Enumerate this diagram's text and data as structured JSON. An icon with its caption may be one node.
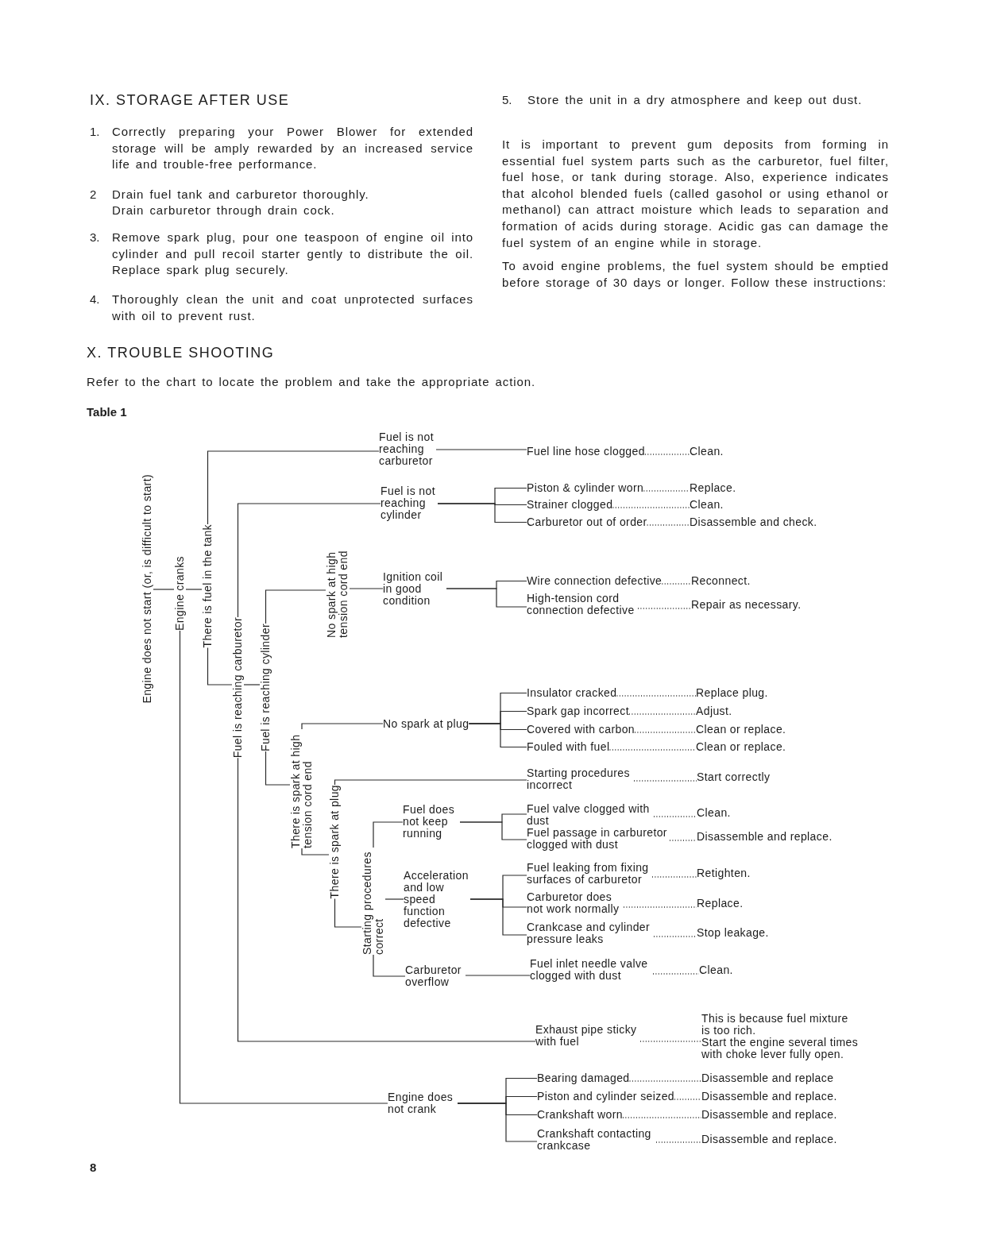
{
  "diagram": {
    "nodes": [
      {
        "text": [
          "Engine does not start (or, is difficult to start)"
        ]
      },
      {
        "text": [
          "Engine cranks"
        ]
      },
      {
        "text": [
          "There is fuel in the tank"
        ]
      },
      {
        "text": [
          "Fuel is reaching carburetor"
        ]
      },
      {
        "text": [
          "Fuel is reaching cylinder"
        ]
      },
      {
        "text": [
          "No spark at high tension cord end"
        ]
      },
      {
        "text": [
          "There is spark at high tension cord end"
        ]
      },
      {
        "text": [
          "There is spark at plug"
        ]
      },
      {
        "text": [
          "Starting procedures correct"
        ]
      },
      {
        "text": [
          "Fuel is not reaching carburetor"
        ]
      },
      {
        "text": [
          "Fuel line hose clogged"
        ]
      },
      {
        "text": [
          "Clean."
        ]
      },
      {
        "text": [
          "Fuel is not reaching cylinder"
        ]
      },
      {
        "text": [
          "Piston & cylinder worn"
        ]
      },
      {
        "text": [
          "Replace."
        ]
      },
      {
        "text": [
          "Strainer clogged"
        ]
      },
      {
        "text": [
          "Clean."
        ]
      },
      {
        "text": [
          "Carburetor out of order"
        ]
      },
      {
        "text": [
          "Disassemble and check."
        ]
      },
      {
        "text": [
          "Ignition coil in good condition"
        ]
      },
      {
        "text": [
          "Wire connection defective"
        ]
      },
      {
        "text": [
          "Reconnect."
        ]
      },
      {
        "text": [
          "High-tension cord connection defective"
        ]
      },
      {
        "text": [
          "Repair as necessary."
        ]
      },
      {
        "text": [
          "No spark at plug"
        ]
      },
      {
        "text": [
          "Insulator cracked"
        ]
      },
      {
        "text": [
          "Replace plug."
        ]
      },
      {
        "text": [
          "Spark gap incorrect"
        ]
      },
      {
        "text": [
          "Adjust."
        ]
      },
      {
        "text": [
          "Covered with carbon"
        ]
      },
      {
        "text": [
          "Clean or replace."
        ]
      },
      {
        "text": [
          "Fouled with fuel"
        ]
      },
      {
        "text": [
          "Clean or replace."
        ]
      },
      {
        "text": [
          "Starting procedures incorrect"
        ]
      },
      {
        "text": [
          "Start correctly"
        ]
      },
      {
        "text": [
          "Fuel does not keep running"
        ]
      },
      {
        "text": [
          "Fuel valve clogged with dust"
        ]
      },
      {
        "text": [
          "Clean."
        ]
      },
      {
        "text": [
          "Fuel passage in carburetor clogged with dust"
        ]
      },
      {
        "text": [
          "Disassemble and replace."
        ]
      },
      {
        "text": [
          "Acceleration and low speed function defective"
        ]
      },
      {
        "text": [
          "Fuel leaking from fixing surfaces of carburetor"
        ]
      },
      {
        "text": [
          "Retighten."
        ]
      },
      {
        "text": [
          "Carburetor does not work normally"
        ]
      },
      {
        "text": [
          "Replace."
        ]
      },
      {
        "text": [
          "Crankcase and cylinder pressure leaks"
        ]
      },
      {
        "text": [
          "Stop leakage."
        ]
      },
      {
        "text": [
          "Carburetor overflow"
        ]
      },
      {
        "text": [
          "Fuel inlet needle valve clogged with dust"
        ]
      },
      {
        "text": [
          "Clean."
        ]
      },
      {
        "text": [
          "Exhaust pipe sticky with fuel"
        ]
      },
      {
        "text": [
          "This is because fuel mixture is too rich.",
          "Start the engine several times with choke lever fully open."
        ]
      },
      {
        "text": [
          "Engine does not crank"
        ]
      },
      {
        "text": [
          "Bearing damaged"
        ]
      },
      {
        "text": [
          "Disassemble and replace"
        ]
      },
      {
        "text": [
          "Piston and cylinder seized"
        ]
      },
      {
        "text": [
          "Disassemble and replace."
        ]
      },
      {
        "text": [
          "Crankshaft worn"
        ]
      },
      {
        "text": [
          "Disassemble and replace."
        ]
      },
      {
        "text": [
          "Crankshaft contacting crankcase"
        ]
      },
      {
        "text": [
          "Disassemble and replace."
        ]
      }
    ],
    "edges": [
      {
        "from": 0,
        "to": 1,
        "arrow": "none"
      },
      {
        "from": 1,
        "to": 2,
        "arrow": "none"
      },
      {
        "from": 1,
        "to": 52,
        "arrow": "none"
      },
      {
        "from": 2,
        "to": 9,
        "arrow": "none"
      },
      {
        "from": 2,
        "to": 3,
        "arrow": "none"
      },
      {
        "from": 3,
        "to": 12,
        "arrow": "none"
      },
      {
        "from": 3,
        "to": 4,
        "arrow": "none"
      },
      {
        "from": 3,
        "to": 50,
        "arrow": "none"
      },
      {
        "from": 4,
        "to": 5,
        "arrow": "none"
      },
      {
        "from": 4,
        "to": 6,
        "arrow": "none"
      },
      {
        "from": 5,
        "to": 19,
        "arrow": "none"
      },
      {
        "from": 6,
        "to": 24,
        "arrow": "none"
      },
      {
        "from": 6,
        "to": 7,
        "arrow": "none"
      },
      {
        "from": 7,
        "to": 33,
        "arrow": "none"
      },
      {
        "from": 7,
        "to": 8,
        "arrow": "none"
      },
      {
        "from": 8,
        "to": 35,
        "arrow": "none"
      },
      {
        "from": 8,
        "to": 40,
        "arrow": "none"
      },
      {
        "from": 8,
        "to": 47,
        "arrow": "none"
      },
      {
        "from": 9,
        "to": 10,
        "arrow": "none"
      },
      {
        "from": 10,
        "to": 11,
        "arrow": "none",
        "style": "dashed"
      },
      {
        "from": 12,
        "to": 13,
        "arrow": "none"
      },
      {
        "from": 12,
        "to": 15,
        "arrow": "none"
      },
      {
        "from": 12,
        "to": 17,
        "arrow": "none"
      },
      {
        "from": 13,
        "to": 14,
        "arrow": "none",
        "style": "dashed"
      },
      {
        "from": 15,
        "to": 16,
        "arrow": "none",
        "style": "dashed"
      },
      {
        "from": 17,
        "to": 18,
        "arrow": "none",
        "style": "dashed"
      },
      {
        "from": 19,
        "to": 20,
        "arrow": "none"
      },
      {
        "from": 19,
        "to": 22,
        "arrow": "none"
      },
      {
        "from": 20,
        "to": 21,
        "arrow": "none",
        "style": "dashed"
      },
      {
        "from": 22,
        "to": 23,
        "arrow": "none",
        "style": "dashed"
      },
      {
        "from": 24,
        "to": 25,
        "arrow": "none"
      },
      {
        "from": 24,
        "to": 27,
        "arrow": "none"
      },
      {
        "from": 24,
        "to": 29,
        "arrow": "none"
      },
      {
        "from": 24,
        "to": 31,
        "arrow": "none"
      },
      {
        "from": 25,
        "to": 26,
        "arrow": "none",
        "style": "dashed"
      },
      {
        "from": 27,
        "to": 28,
        "arrow": "none",
        "style": "dashed"
      },
      {
        "from": 29,
        "to": 30,
        "arrow": "none",
        "style": "dashed"
      },
      {
        "from": 31,
        "to": 32,
        "arrow": "none",
        "style": "dashed"
      },
      {
        "from": 33,
        "to": 34,
        "arrow": "none",
        "style": "dashed"
      },
      {
        "from": 35,
        "to": 36,
        "arrow": "none"
      },
      {
        "from": 35,
        "to": 38,
        "arrow": "none"
      },
      {
        "from": 36,
        "to": 37,
        "arrow": "none",
        "style": "dashed"
      },
      {
        "from": 38,
        "to": 39,
        "arrow": "none",
        "style": "dashed"
      },
      {
        "from": 40,
        "to": 41,
        "arrow": "none"
      },
      {
        "from": 40,
        "to": 43,
        "arrow": "none"
      },
      {
        "from": 40,
        "to": 45,
        "arrow": "none"
      },
      {
        "from": 41,
        "to": 42,
        "arrow": "none",
        "style": "dashed"
      },
      {
        "from": 43,
        "to": 44,
        "arrow": "none",
        "style": "dashed"
      },
      {
        "from": 45,
        "to": 46,
        "arrow": "none",
        "style": "dashed"
      },
      {
        "from": 47,
        "to": 48,
        "arrow": "none"
      },
      {
        "from": 48,
        "to": 49,
        "arrow": "none",
        "style": "dashed"
      },
      {
        "from": 50,
        "to": 51,
        "arrow": "none",
        "style": "dashed"
      },
      {
        "from": 52,
        "to": 53,
        "arrow": "none"
      },
      {
        "from": 52,
        "to": 55,
        "arrow": "none"
      },
      {
        "from": 52,
        "to": 57,
        "arrow": "none"
      },
      {
        "from": 52,
        "to": 59,
        "arrow": "none"
      },
      {
        "from": 53,
        "to": 54,
        "arrow": "none",
        "style": "dashed"
      },
      {
        "from": 55,
        "to": 56,
        "arrow": "none",
        "style": "dashed"
      },
      {
        "from": 57,
        "to": 58,
        "arrow": "none",
        "style": "dashed"
      },
      {
        "from": 59,
        "to": 60,
        "arrow": "none",
        "style": "dashed"
      }
    ],
    "labels": [
      "IX. STORAGE AFTER USE",
      "1.",
      "Correctly preparing your Power Blower for extended storage will be amply rewarded by an increased service life and trouble-free performance.",
      "2",
      "Drain fuel tank and carburetor thoroughly.",
      "Drain carburetor through drain cock.",
      "3.",
      "Remove spark plug, pour one teaspoon of engine oil into cylinder and pull recoil starter gently to distribute the oil. Replace spark plug securely.",
      "4.",
      "Thoroughly clean the unit and coat unprotected surfaces with oil to prevent rust.",
      "5.",
      "Store the unit in a dry atmosphere and keep out dust.",
      "It is important to prevent gum deposits from forming in essential fuel system parts such as the carburetor, fuel filter, fuel hose, or tank during storage. Also, experience indicates that alcohol blended fuels (called gasohol or using ethanol or methanol) can attract moisture which leads to separation and formation of acids during storage. Acidic gas can damage the fuel system of an engine while in storage.",
      "To avoid engine problems, the fuel system should be emptied before storage of 30 days or longer. Follow these instructions:",
      "X. TROUBLE SHOOTING",
      "Refer to the chart to locate the problem and take the appropriate action.",
      "Table 1",
      "8"
    ]
  }
}
